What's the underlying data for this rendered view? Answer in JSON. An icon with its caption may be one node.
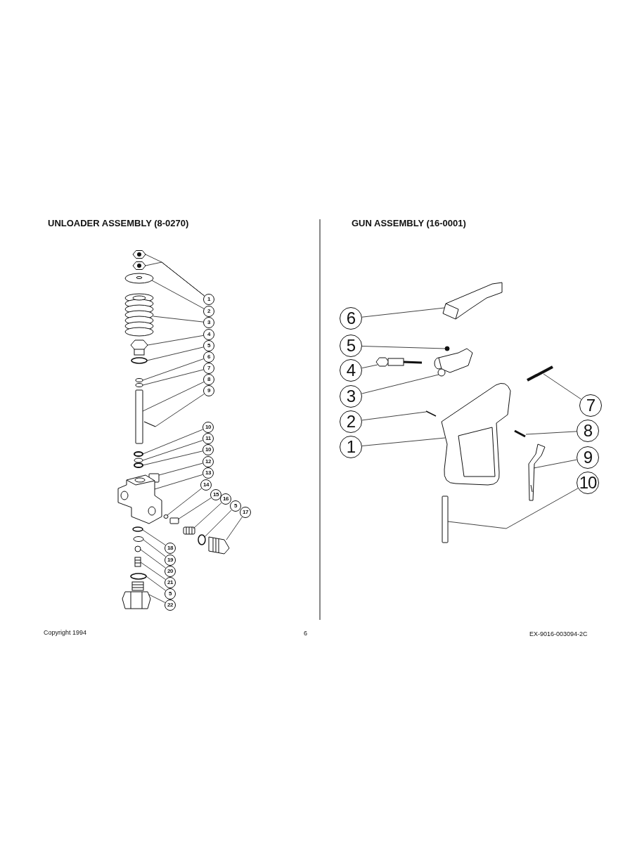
{
  "diagram": {
    "nodes": [
      {
        "text": [
          "1"
        ]
      },
      {
        "text": [
          "2"
        ]
      },
      {
        "text": [
          "3"
        ]
      },
      {
        "text": [
          "4"
        ]
      },
      {
        "text": [
          "5"
        ]
      },
      {
        "text": [
          "6"
        ]
      },
      {
        "text": [
          "7"
        ]
      },
      {
        "text": [
          "8"
        ]
      },
      {
        "text": [
          "9"
        ]
      },
      {
        "text": [
          "10"
        ]
      },
      {
        "text": [
          "11"
        ]
      },
      {
        "text": [
          "10"
        ]
      },
      {
        "text": [
          "12"
        ]
      },
      {
        "text": [
          "13"
        ]
      },
      {
        "text": [
          "14"
        ]
      },
      {
        "text": [
          "15"
        ]
      },
      {
        "text": [
          "16"
        ]
      },
      {
        "text": [
          "5"
        ]
      },
      {
        "text": [
          "17"
        ]
      },
      {
        "text": [
          "18"
        ]
      },
      {
        "text": [
          "19"
        ]
      },
      {
        "text": [
          "20"
        ]
      },
      {
        "text": [
          "21"
        ]
      },
      {
        "text": [
          "5"
        ]
      },
      {
        "text": [
          "22"
        ]
      },
      {
        "text": [
          "6"
        ]
      },
      {
        "text": [
          "5"
        ]
      },
      {
        "text": [
          "4"
        ]
      },
      {
        "text": [
          "3"
        ]
      },
      {
        "text": [
          "2"
        ]
      },
      {
        "text": [
          "1"
        ]
      },
      {
        "text": [
          "7"
        ]
      },
      {
        "text": [
          "8"
        ]
      },
      {
        "text": [
          "9"
        ]
      },
      {
        "text": [
          "10"
        ]
      },
      {
        "text": [],
        "shape": "picture"
      },
      {
        "text": [],
        "shape": "picture"
      },
      {
        "text": [],
        "shape": "picture"
      },
      {
        "text": [],
        "shape": "picture"
      },
      {
        "text": [],
        "shape": "picture"
      },
      {
        "text": [],
        "shape": "circle"
      },
      {
        "text": [],
        "shape": "circle"
      },
      {
        "text": [],
        "shape": "circle"
      },
      {
        "text": [],
        "shape": "box"
      },
      {
        "text": [],
        "shape": "bar"
      },
      {
        "text": [],
        "shape": "circle"
      },
      {
        "text": [],
        "shape": "circle"
      },
      {
        "text": [],
        "shape": "circle"
      },
      {
        "text": [],
        "shape": "box"
      },
      {
        "text": [],
        "shape": "picture"
      },
      {
        "text": [],
        "shape": "circle"
      },
      {
        "text": [],
        "shape": "box"
      },
      {
        "text": [],
        "shape": "picture"
      },
      {
        "text": [],
        "shape": "circle"
      },
      {
        "text": [],
        "shape": "picture"
      },
      {
        "text": [],
        "shape": "circle"
      },
      {
        "text": [],
        "shape": "circle"
      },
      {
        "text": [],
        "shape": "circle"
      },
      {
        "text": [],
        "shape": "picture"
      },
      {
        "text": [],
        "shape": "circle"
      },
      {
        "text": [],
        "shape": "picture"
      },
      {
        "text": [],
        "shape": "picture"
      },
      {
        "text": [],
        "shape": "circle"
      },
      {
        "text": [],
        "shape": "picture"
      },
      {
        "text": [],
        "shape": "picture"
      },
      {
        "text": [],
        "shape": "bar"
      },
      {
        "text": [],
        "shape": "picture"
      },
      {
        "text": [],
        "shape": "bar"
      },
      {
        "text": [],
        "shape": "bar"
      },
      {
        "text": [],
        "shape": "picture"
      },
      {
        "text": [],
        "shape": "box"
      }
    ],
    "edges": [
      {
        "from": 0,
        "to": 35,
        "arrow": "none"
      },
      {
        "from": 0,
        "to": 36,
        "arrow": "none"
      },
      {
        "from": 1,
        "to": 37,
        "arrow": "none"
      },
      {
        "from": 2,
        "to": 38,
        "arrow": "none"
      },
      {
        "from": 3,
        "to": 39,
        "arrow": "none"
      },
      {
        "from": 4,
        "to": 40,
        "arrow": "none"
      },
      {
        "from": 5,
        "to": 41,
        "arrow": "none"
      },
      {
        "from": 6,
        "to": 42,
        "arrow": "none"
      },
      {
        "from": 7,
        "to": 43,
        "arrow": "none"
      },
      {
        "from": 8,
        "to": 44,
        "arrow": "none"
      },
      {
        "from": 9,
        "to": 45,
        "arrow": "none"
      },
      {
        "from": 10,
        "to": 46,
        "arrow": "none"
      },
      {
        "from": 11,
        "to": 47,
        "arrow": "none"
      },
      {
        "from": 12,
        "to": 48,
        "arrow": "none"
      },
      {
        "from": 13,
        "to": 49,
        "arrow": "none"
      },
      {
        "from": 14,
        "to": 50,
        "arrow": "none"
      },
      {
        "from": 15,
        "to": 51,
        "arrow": "none"
      },
      {
        "from": 16,
        "to": 52,
        "arrow": "none"
      },
      {
        "from": 17,
        "to": 53,
        "arrow": "none"
      },
      {
        "from": 18,
        "to": 54,
        "arrow": "none"
      },
      {
        "from": 19,
        "to": 55,
        "arrow": "none"
      },
      {
        "from": 20,
        "to": 56,
        "arrow": "none"
      },
      {
        "from": 21,
        "to": 57,
        "arrow": "none"
      },
      {
        "from": 22,
        "to": 58,
        "arrow": "none"
      },
      {
        "from": 23,
        "to": 59,
        "arrow": "none"
      },
      {
        "from": 24,
        "to": 60,
        "arrow": "none"
      },
      {
        "from": 25,
        "to": 61,
        "arrow": "none"
      },
      {
        "from": 26,
        "to": 62,
        "arrow": "none"
      },
      {
        "from": 27,
        "to": 63,
        "arrow": "none"
      },
      {
        "from": 28,
        "to": 64,
        "arrow": "none"
      },
      {
        "from": 29,
        "to": 65,
        "arrow": "none"
      },
      {
        "from": 30,
        "to": 66,
        "arrow": "none"
      },
      {
        "from": 31,
        "to": 67,
        "arrow": "none"
      },
      {
        "from": 32,
        "to": 68,
        "arrow": "none"
      },
      {
        "from": 33,
        "to": 69,
        "arrow": "none"
      },
      {
        "from": 34,
        "to": 70,
        "arrow": "none"
      }
    ],
    "labels": [
      "UNLOADER ASSEMBLY (8-0270)",
      "GUN ASSEMBLY (16-0001)",
      "Copyright 1994",
      "6",
      "EX-9016-003094-2C"
    ]
  }
}
